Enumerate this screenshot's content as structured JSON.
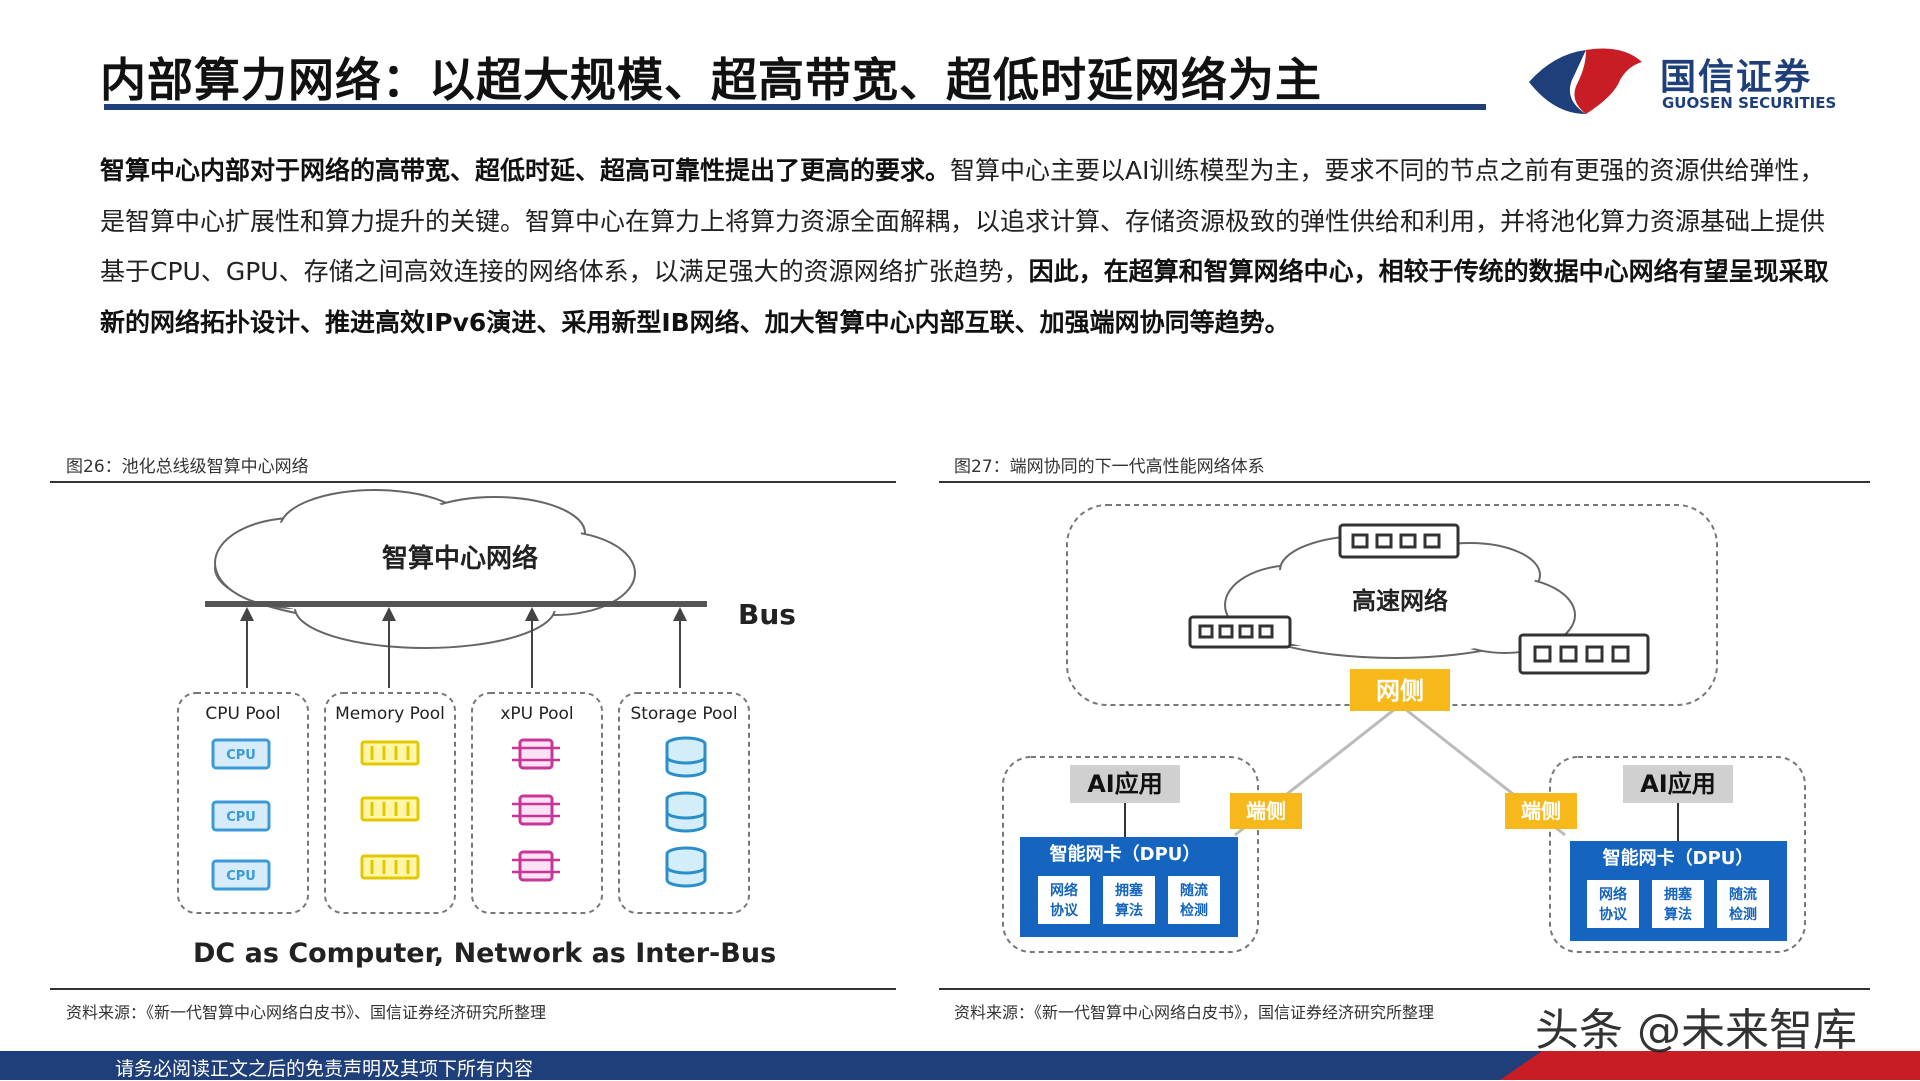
{
  "title": "内部算力网络：以超大规模、超高带宽、超低时延网络为主",
  "logo": {
    "cn": "国信证券",
    "en": "GUOSEN SECURITIES"
  },
  "body": {
    "bold1": "智算中心内部对于网络的高带宽、超低时延、超高可靠性提出了更高的要求。",
    "normal": "智算中心主要以AI训练模型为主，要求不同的节点之前有更强的资源供给弹性，是智算中心扩展性和算力提升的关键。智算中心在算力上将算力资源全面解耦，以追求计算、存储资源极致的弹性供给和利用，并将池化算力资源基础上提供基于CPU、GPU、存储之间高效连接的网络体系，以满足强大的资源网络扩张趋势，",
    "bold2": "因此，在超算和智算网络中心，相较于传统的数据中心网络有望呈现采取新的网络拓扑设计、推进高效IPv6演进、采用新型IB网络、加大智算中心内部互联、加强端网协同等趋势。"
  },
  "fig26": {
    "caption": "图26：池化总线级智算中心网络",
    "cloud_label": "智算中心网络",
    "bus_label": "Bus",
    "pools": [
      {
        "label": "CPU Pool",
        "chip": "CPU"
      },
      {
        "label": "Memory Pool"
      },
      {
        "label": "xPU Pool"
      },
      {
        "label": "Storage Pool"
      }
    ],
    "bottom_label": "DC as Computer,   Network as Inter-Bus",
    "source": "资料来源：《新一代智算中心网络白皮书》、国信证券经济研究所整理"
  },
  "fig27": {
    "caption": "图27：端网协同的下一代高性能网络体系",
    "cloud_label": "高速网络",
    "net_side": "网侧",
    "end_side": "端侧",
    "ai_app": "AI应用",
    "dpu": "智能网卡（DPU）",
    "modules": [
      "网络协议",
      "拥塞算法",
      "随流检测"
    ],
    "source": "资料来源：《新一代智算中心网络白皮书》，国信证券经济研究所整理"
  },
  "footer": "请务必阅读正文之后的免责声明及其项下所有内容",
  "watermark": "头条 @未来智库",
  "colors": {
    "brand_blue": "#1f3f7a",
    "brand_red": "#c81d25",
    "dpu_blue": "#1565c0",
    "side_yellow": "#f6b81a"
  }
}
